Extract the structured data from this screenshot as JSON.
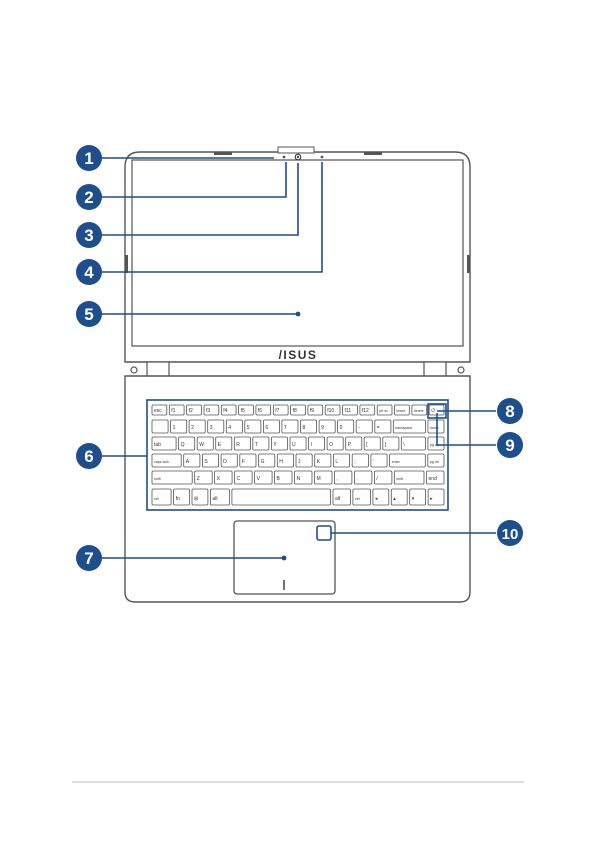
{
  "brand": {
    "logo_text": "/ISUS"
  },
  "callouts": [
    {
      "number": "1"
    },
    {
      "number": "2"
    },
    {
      "number": "3"
    },
    {
      "number": "4"
    },
    {
      "number": "5"
    },
    {
      "number": "6"
    },
    {
      "number": "7"
    },
    {
      "number": "8"
    },
    {
      "number": "9"
    },
    {
      "number": "10"
    }
  ],
  "keyboard": {
    "row0": [
      "esc",
      "f1",
      "f2",
      "f3",
      "f4",
      "f5",
      "f6",
      "f7",
      "f8",
      "f9",
      "f10",
      "f11",
      "f12",
      "prt sc",
      "insert",
      "delete",
      "⏻"
    ],
    "row1": [
      "`",
      "1",
      "2",
      "3",
      "4",
      "5",
      "6",
      "7",
      "8",
      "9",
      "0",
      "-",
      "=",
      "backspace",
      "home"
    ],
    "row2": [
      "tab",
      "Q",
      "W",
      "E",
      "R",
      "T",
      "Y",
      "U",
      "I",
      "O",
      "P",
      "[",
      "]",
      "\\",
      "pg up"
    ],
    "row3": [
      "caps lock",
      "A",
      "S",
      "D",
      "F",
      "G",
      "H",
      "J",
      "K",
      "L",
      ";",
      "'",
      "enter",
      "pg dn"
    ],
    "row4": [
      "shift",
      "Z",
      "X",
      "C",
      "V",
      "B",
      "N",
      "M",
      ",",
      ".",
      "/",
      "shift",
      "end"
    ],
    "row5": [
      "ctrl",
      "fn",
      "⊞",
      "alt",
      "",
      "alt",
      "ctrl",
      "◂",
      "▴",
      "▾",
      "▸"
    ]
  },
  "colors": {
    "accent": "#1f4e8c",
    "outline": "#4a4a4a"
  },
  "footer": {
    "rule": ""
  }
}
